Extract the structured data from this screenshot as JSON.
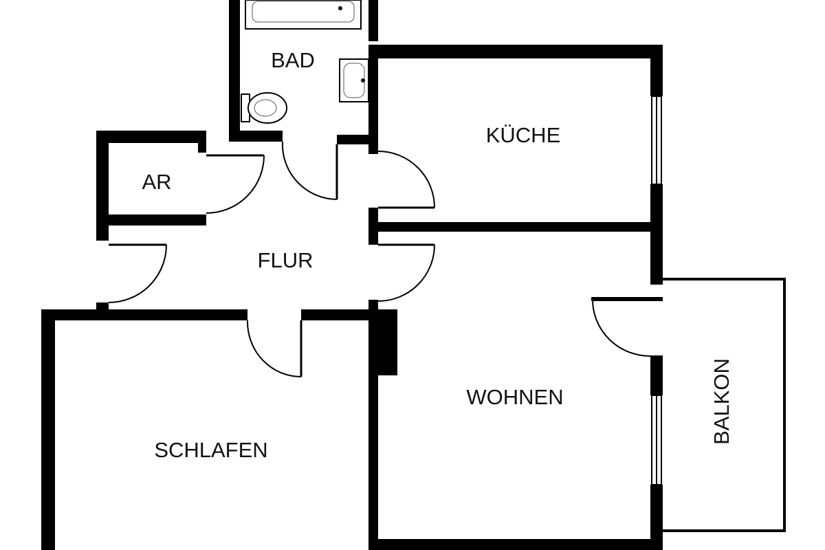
{
  "floorplan": {
    "rooms": {
      "bad": "BAD",
      "kueche": "KÜCHE",
      "ar": "AR",
      "flur": "FLUR",
      "wohnen": "WOHNEN",
      "schlafen": "SCHLAFEN",
      "balkon": "BALKON"
    },
    "colors": {
      "wall": "#000000",
      "background": "#ffffff"
    },
    "fixtures": [
      "bathtub",
      "washbasin",
      "toilet"
    ]
  }
}
